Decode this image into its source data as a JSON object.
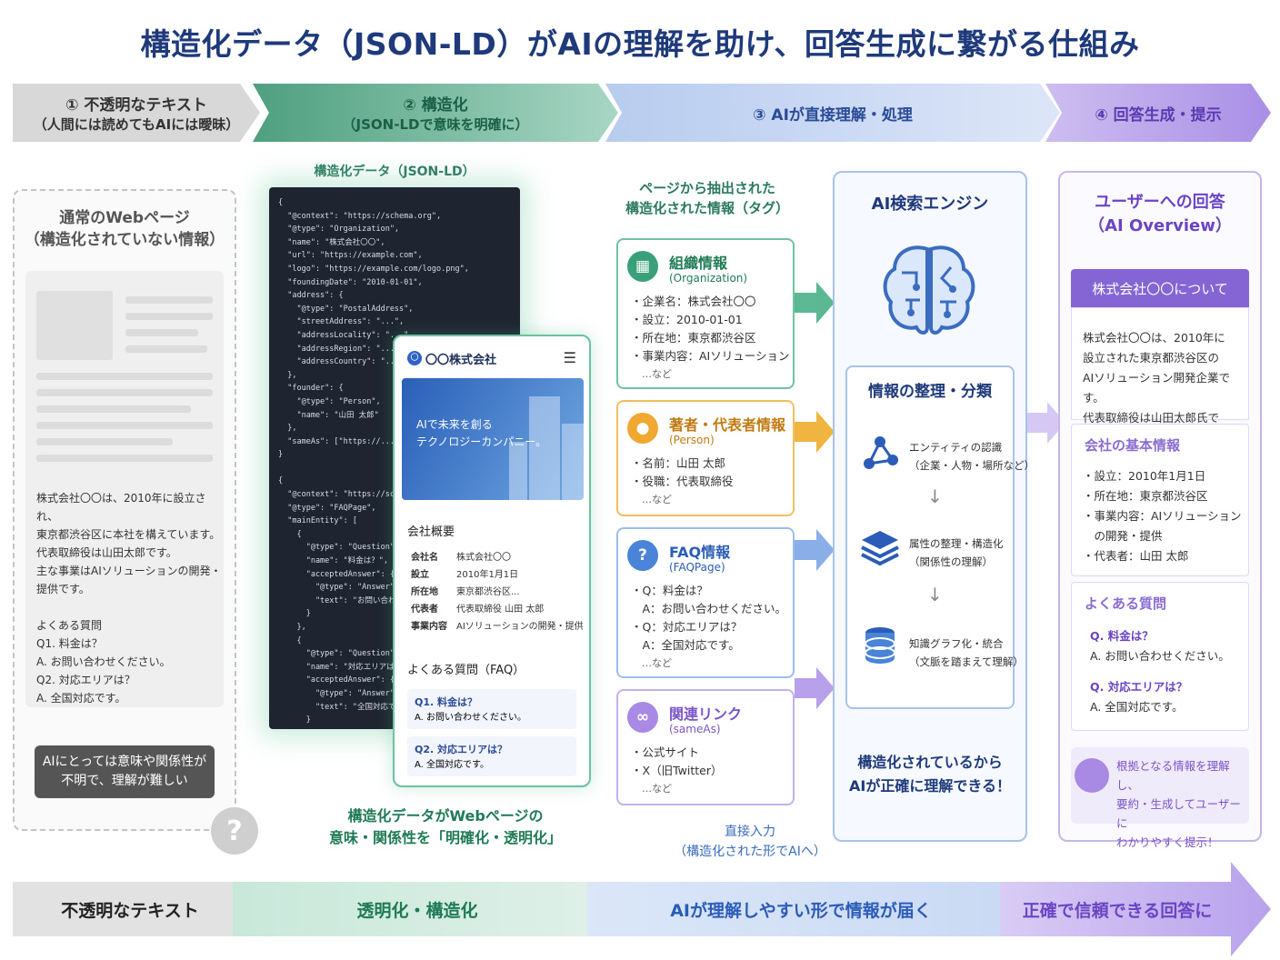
{
  "title": "構造化データ（JSON-LD）がAIの理解を助け、回答生成に繋がる仕組み",
  "steps": [
    {
      "line1": "① 不透明なテキスト",
      "line2": "（人間には読めてもAIには曖昧）"
    },
    {
      "line1": "② 構造化",
      "line2": "（JSON-LDで意味を明確に）"
    },
    {
      "line1": "③ AIが直接理解・処理",
      "line2": ""
    },
    {
      "line1": "④ 回答生成・提示",
      "line2": ""
    }
  ],
  "panel1": {
    "title1": "通常のWebページ",
    "title2": "（構造化されていない情報）",
    "text": [
      "株式会社〇〇は、2010年に設立され、",
      "東京都渋谷区に本社を構えています。",
      "代表取締役は山田太郎です。",
      "主な事業はAIソリューションの開発・",
      "提供です。",
      "",
      "よくある質問",
      "Q1. 料金は？",
      "A. お問い合わせください。",
      "Q2. 対応エリアは？",
      "A. 全国対応です。"
    ],
    "warning1": "AIにとっては意味や関係性が",
    "warning2": "不明で、理解が難しい",
    "question_mark": "?"
  },
  "json_panel": {
    "label": "構造化データ（JSON-LD）",
    "code": "{\n  \"@context\": \"https://schema.org\",\n  \"@type\": \"Organization\",\n  \"name\": \"株式会社〇〇\",\n  \"url\": \"https://example.com\",\n  \"logo\": \"https://example.com/logo.png\",\n  \"foundingDate\": \"2010-01-01\",\n  \"address\": {\n    \"@type\": \"PostalAddress\",\n    \"streetAddress\": \"...\",\n    \"addressLocality\": \"...\",\n    \"addressRegion\": \"...\",\n    \"addressCountry\": \"...\"\n  },\n  \"founder\": {\n    \"@type\": \"Person\",\n    \"name\": \"山田 太郎\"\n  },\n  \"sameAs\": [\"https://...\"]\n}\n\n{\n  \"@context\": \"https://schema.org\",\n  \"@type\": \"FAQPage\",\n  \"mainEntity\": [\n    {\n      \"@type\": \"Question\",\n      \"name\": \"料金は？\",\n      \"acceptedAnswer\": {\n        \"@type\": \"Answer\",\n        \"text\": \"お問い合わせ...\"\n      }\n    },\n    {\n      \"@type\": \"Question\",\n      \"name\": \"対応エリアは？\",\n      \"acceptedAnswer\": {\n        \"@type\": \"Answer\",\n        \"text\": \"全国対応です\"\n      }\n    }\n  ]\n}"
  },
  "phone": {
    "logo_glyph": "〇",
    "company": "〇〇株式会社",
    "menu_glyph": "☰",
    "hero1": "AIで未来を創る",
    "hero2": "テクノロジーカンパニー。",
    "overview_title": "会社概要",
    "overview": [
      {
        "k": "会社名",
        "v": "株式会社〇〇"
      },
      {
        "k": "設立",
        "v": "2010年1月1日"
      },
      {
        "k": "所在地",
        "v": "東京都渋谷区..."
      },
      {
        "k": "代表者",
        "v": "代表取締役 山田 太郎"
      },
      {
        "k": "事業内容",
        "v": "AIソリューションの開発・提供"
      }
    ],
    "faq_title": "よくある質問（FAQ）",
    "faq": [
      {
        "q": "Q1. 料金は？",
        "a": "A. お問い合わせください。"
      },
      {
        "q": "Q2. 対応エリアは？",
        "a": "A. 全国対応です。"
      }
    ]
  },
  "caption_green1": "構造化データがWebページの",
  "caption_green2": "意味・関係性を「明確化・透明化」",
  "tags_title1": "ページから抽出された",
  "tags_title2": "構造化された情報（タグ）",
  "tags": [
    {
      "title": "組織情報",
      "sub": "(Organization)",
      "icon": "▦",
      "lines": [
        "・企業名：株式会社〇〇",
        "・設立：2010-01-01",
        "・所在地：東京都渋谷区",
        "・事業内容：AIソリューション"
      ],
      "more": "…など"
    },
    {
      "title": "著者・代表者情報",
      "sub": "(Person)",
      "icon": "●",
      "lines": [
        "・名前：山田 太郎",
        "・役職：代表取締役"
      ],
      "more": "…など"
    },
    {
      "title": "FAQ情報",
      "sub": "(FAQPage)",
      "icon": "?",
      "lines": [
        "・Q：料金は？",
        "　A：お問い合わせください。",
        "・Q：対応エリアは？",
        "　A：全国対応です。"
      ],
      "more": "…など"
    },
    {
      "title": "関連リンク",
      "sub": "(sameAs)",
      "icon": "∞",
      "lines": [
        "・公式サイト",
        "・X（旧Twitter）"
      ],
      "more": "…など"
    }
  ],
  "caption_blue1": "直接入力",
  "caption_blue2": "（構造化された形でAIへ）",
  "engine": {
    "title": "AI検索エンジン",
    "process_title": "情報の整理・分類",
    "items": [
      {
        "l1": "エンティティの認識",
        "l2": "（企業・人物・場所など）"
      },
      {
        "l1": "属性の整理・構造化",
        "l2": "（関係性の理解）"
      },
      {
        "l1": "知識グラフ化・統合",
        "l2": "（文脈を踏まえて理解）"
      }
    ],
    "down_arrow": "↓",
    "caption1": "構造化されているから",
    "caption2": "AIが正確に理解できる！"
  },
  "answer": {
    "title1": "ユーザーへの回答",
    "title2": "（AI Overview）",
    "header": "株式会社〇〇について",
    "body": [
      "株式会社〇〇は、2010年に",
      "設立された東京都渋谷区の",
      "AIソリューション開発企業です。",
      "代表取締役は山田太郎氏です。"
    ],
    "info_title": "会社の基本情報",
    "info": [
      "・設立：2010年1月1日",
      "・所在地：東京都渋谷区",
      "・事業内容：AIソリューション",
      "　の開発・提供",
      "・代表者：山田 太郎"
    ],
    "faq_title": "よくある質問",
    "faq": [
      {
        "q": "Q. 料金は？",
        "a": "A. お問い合わせください。"
      },
      {
        "q": "Q. 対応エリアは？",
        "a": "A. 全国対応です。"
      }
    ],
    "note": [
      "根拠となる情報を理解し、",
      "要約・生成してユーザーに",
      "わかりやすく提示！"
    ]
  },
  "bottom": [
    "不透明なテキスト",
    "透明化・構造化",
    "AIが理解しやすい形で情報が届く",
    "正確で信頼できる回答に"
  ],
  "colors": {
    "navy": "#1f3a7a",
    "green": "#1f7a56",
    "blue": "#2a5cb8",
    "purple": "#6a44c4",
    "orange": "#c07a10"
  }
}
